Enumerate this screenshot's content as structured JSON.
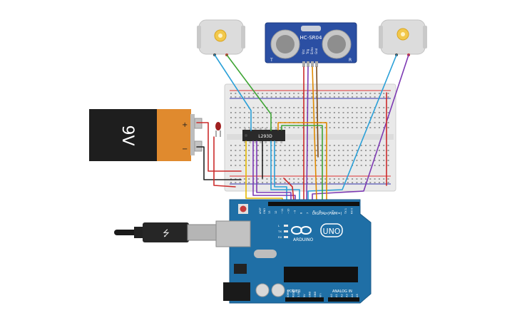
{
  "battery": {
    "label": "9V",
    "plus": "+",
    "minus": "−"
  },
  "sensor": {
    "model": "HC-SR04",
    "t_label": "T",
    "r_label": "R",
    "pins": [
      "Vcc",
      "Trig",
      "Echo",
      "Gnd"
    ]
  },
  "driver_ic": {
    "label": "L293D"
  },
  "arduino": {
    "logo_text": "ARDUINO",
    "model": "UNO",
    "digital_label": "DIGITAL (PWM~)",
    "power_label": "POWER",
    "analog_label": "ANALOG IN",
    "aref_label": "AREF",
    "gnd_label": "GND",
    "digital_pins": [
      "13",
      "12",
      "~11",
      "~10",
      "~9",
      "8",
      "7",
      "~6",
      "~5",
      "4",
      "~3",
      "2",
      "TX 1",
      "RX 0"
    ],
    "power_pins": [
      "IOREF",
      "RESET",
      "3.3V",
      "5V",
      "GND",
      "GND",
      "Vin"
    ],
    "analog_pins": [
      "A0",
      "A1",
      "A2",
      "A3",
      "A4",
      "A5"
    ],
    "led_labels": [
      "L",
      "TX",
      "RX"
    ]
  },
  "colors": {
    "board": "#1f6fa6",
    "breadboard": "#ececec",
    "wire_red": "#cc2b2b",
    "wire_black": "#222222",
    "wire_green": "#3fa535",
    "wire_blue": "#2aa0d8",
    "wire_purple": "#7d3ab3",
    "wire_yellow": "#e5b800",
    "wire_orange": "#e08a00",
    "wire_brown": "#7a4a1a",
    "battery_orange": "#e08a2e"
  }
}
